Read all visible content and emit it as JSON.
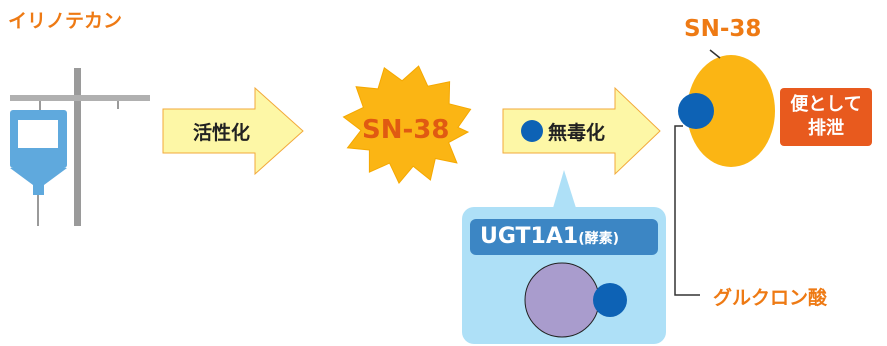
{
  "labels": {
    "drug_name": "イリノテカン",
    "activation": "活性化",
    "burst_metabolite": "SN-38",
    "detox": "無毒化",
    "top_metabolite": "SN-38",
    "excretion_line1": "便として",
    "excretion_line2": "排泄",
    "enzyme_name": "UGT1A1",
    "enzyme_suffix": "(酵素)",
    "conjugate": "グルクロン酸"
  },
  "colors": {
    "orange_text": "#ee7a14",
    "burst_fill": "#fbb514",
    "arrow_fill": "#fdf7a6",
    "molecule_blue": "#0d62b5",
    "enzyme_circle": "#a99ccd",
    "enzyme_box": "#aee0f7",
    "enzyme_header": "#3c86c4",
    "excretion_box": "#e85a1e"
  }
}
